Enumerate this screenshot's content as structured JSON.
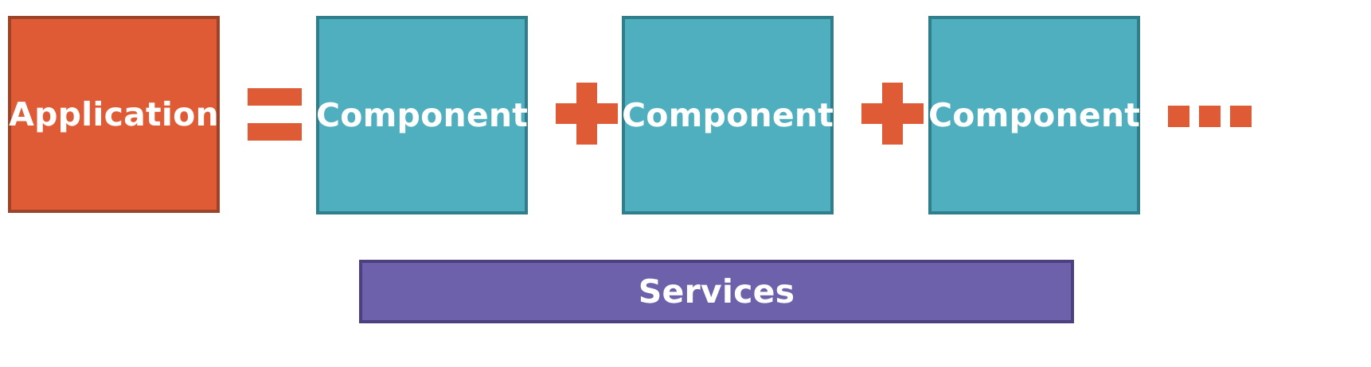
{
  "diagram": {
    "title": "Application equals Component plus Component plus Component over Services",
    "colors": {
      "application_fill": "#DF5B36",
      "application_border": "#9C4429",
      "component_fill": "#4FAFBF",
      "component_border": "#2F7E8C",
      "services_fill": "#6E61AC",
      "services_border": "#4C4080",
      "operator": "#DF5B36",
      "background": "#FFFFFF",
      "label_text": "#FFFFFF"
    },
    "nodes": {
      "application": {
        "label": "Application"
      },
      "components": [
        {
          "label": "Component"
        },
        {
          "label": "Component"
        },
        {
          "label": "Component"
        }
      ],
      "services": {
        "label": "Services"
      }
    },
    "operators": {
      "equals": "=",
      "plus_first": "+",
      "plus_second": "+"
    },
    "ellipsis": {
      "meaning": "more components",
      "dot_count": 3
    }
  }
}
